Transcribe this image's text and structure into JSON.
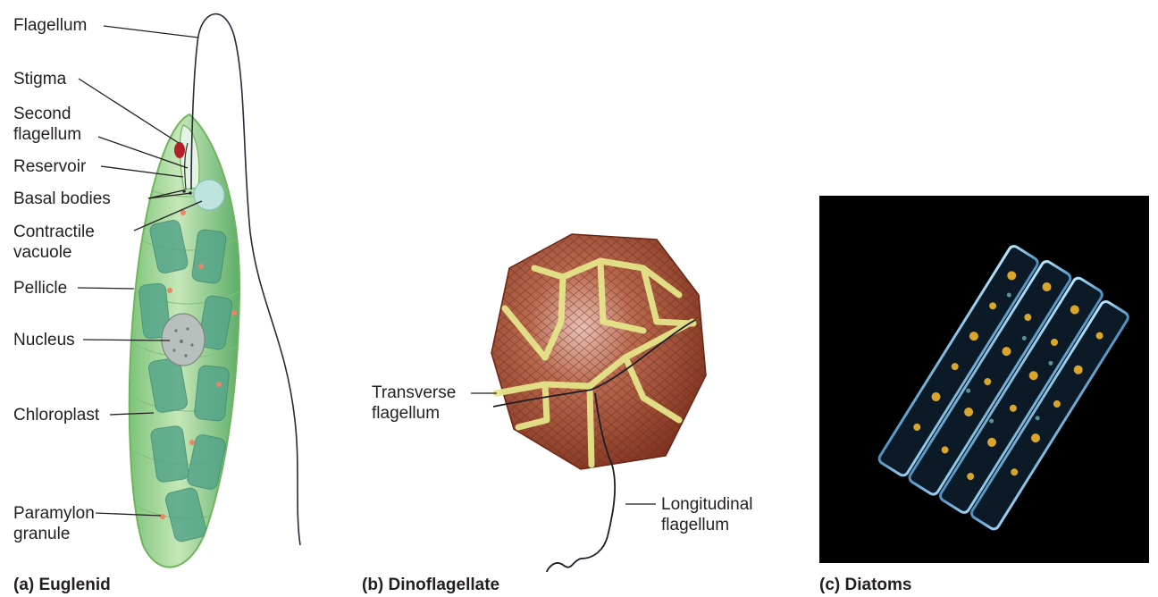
{
  "panels": {
    "euglenid": {
      "caption": "(a) Euglenid",
      "labels": {
        "flagellum": "Flagellum",
        "stigma": "Stigma",
        "second_flagellum_1": "Second",
        "second_flagellum_2": "flagellum",
        "reservoir": "Reservoir",
        "basal_bodies": "Basal bodies",
        "contractile_vacuole_1": "Contractile",
        "contractile_vacuole_2": "vacuole",
        "pellicle": "Pellicle",
        "nucleus": "Nucleus",
        "chloroplast": "Chloroplast",
        "paramylon_granule_1": "Paramylon",
        "paramylon_granule_2": "granule"
      }
    },
    "dinoflagellate": {
      "caption": "(b) Dinoflagellate",
      "labels": {
        "transverse_flagellum_1": "Transverse",
        "transverse_flagellum_2": "flagellum",
        "longitudinal_flagellum_1": "Longitudinal",
        "longitudinal_flagellum_2": "flagellum"
      }
    },
    "diatoms": {
      "caption": "(c) Diatoms"
    }
  },
  "colors": {
    "euglena_body": "#a9d9a4",
    "euglena_outline": "#6fb35c",
    "chloroplast": "#57a98a",
    "stigma": "#b3202a",
    "paramylon": "#e88668",
    "dino_plate": "#a04a2c",
    "dino_suture": "#e5e58a",
    "diatom_bg": "#000000",
    "diatom_shell": "#8fd0ee",
    "diatom_granule": "#d9a52a"
  }
}
